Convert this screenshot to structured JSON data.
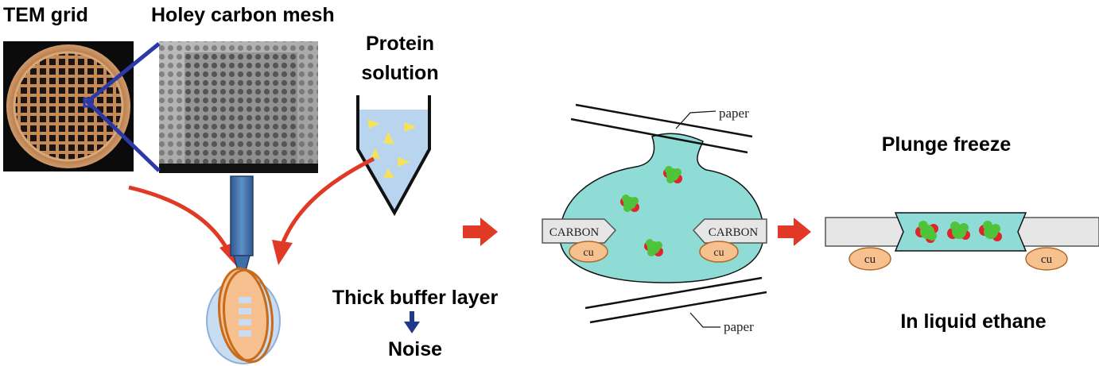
{
  "labels": {
    "tem_grid": "TEM grid",
    "holey_carbon_mesh": "Holey carbon mesh",
    "protein_solution_line1": "Protein",
    "protein_solution_line2": "solution",
    "thick_buffer_layer": "Thick buffer layer",
    "noise": "Noise",
    "paper_top": "paper",
    "paper_bottom": "paper",
    "carbon_left": "CARBON",
    "carbon_right": "CARBON",
    "cu": "cu",
    "plunge_freeze": "Plunge freeze",
    "in_liquid_ethane": "In liquid ethane"
  },
  "colors": {
    "arrow_red": "#e03a26",
    "arrow_navy": "#1f3a8a",
    "zoom_lines_blue": "#2b3aa6",
    "buffer_cyan": "#8fdbd6",
    "protein_solution_blue": "#b9d4ef",
    "protein_yellow": "#f4e35a",
    "copper_orange": "#f7c08f",
    "copper_edge": "#c76a1a",
    "protein_green": "#4fc33a",
    "protein_red": "#e0242a",
    "carbon_grey": "#e6e6e6",
    "tweezer_blue": "#3f6fa8"
  }
}
